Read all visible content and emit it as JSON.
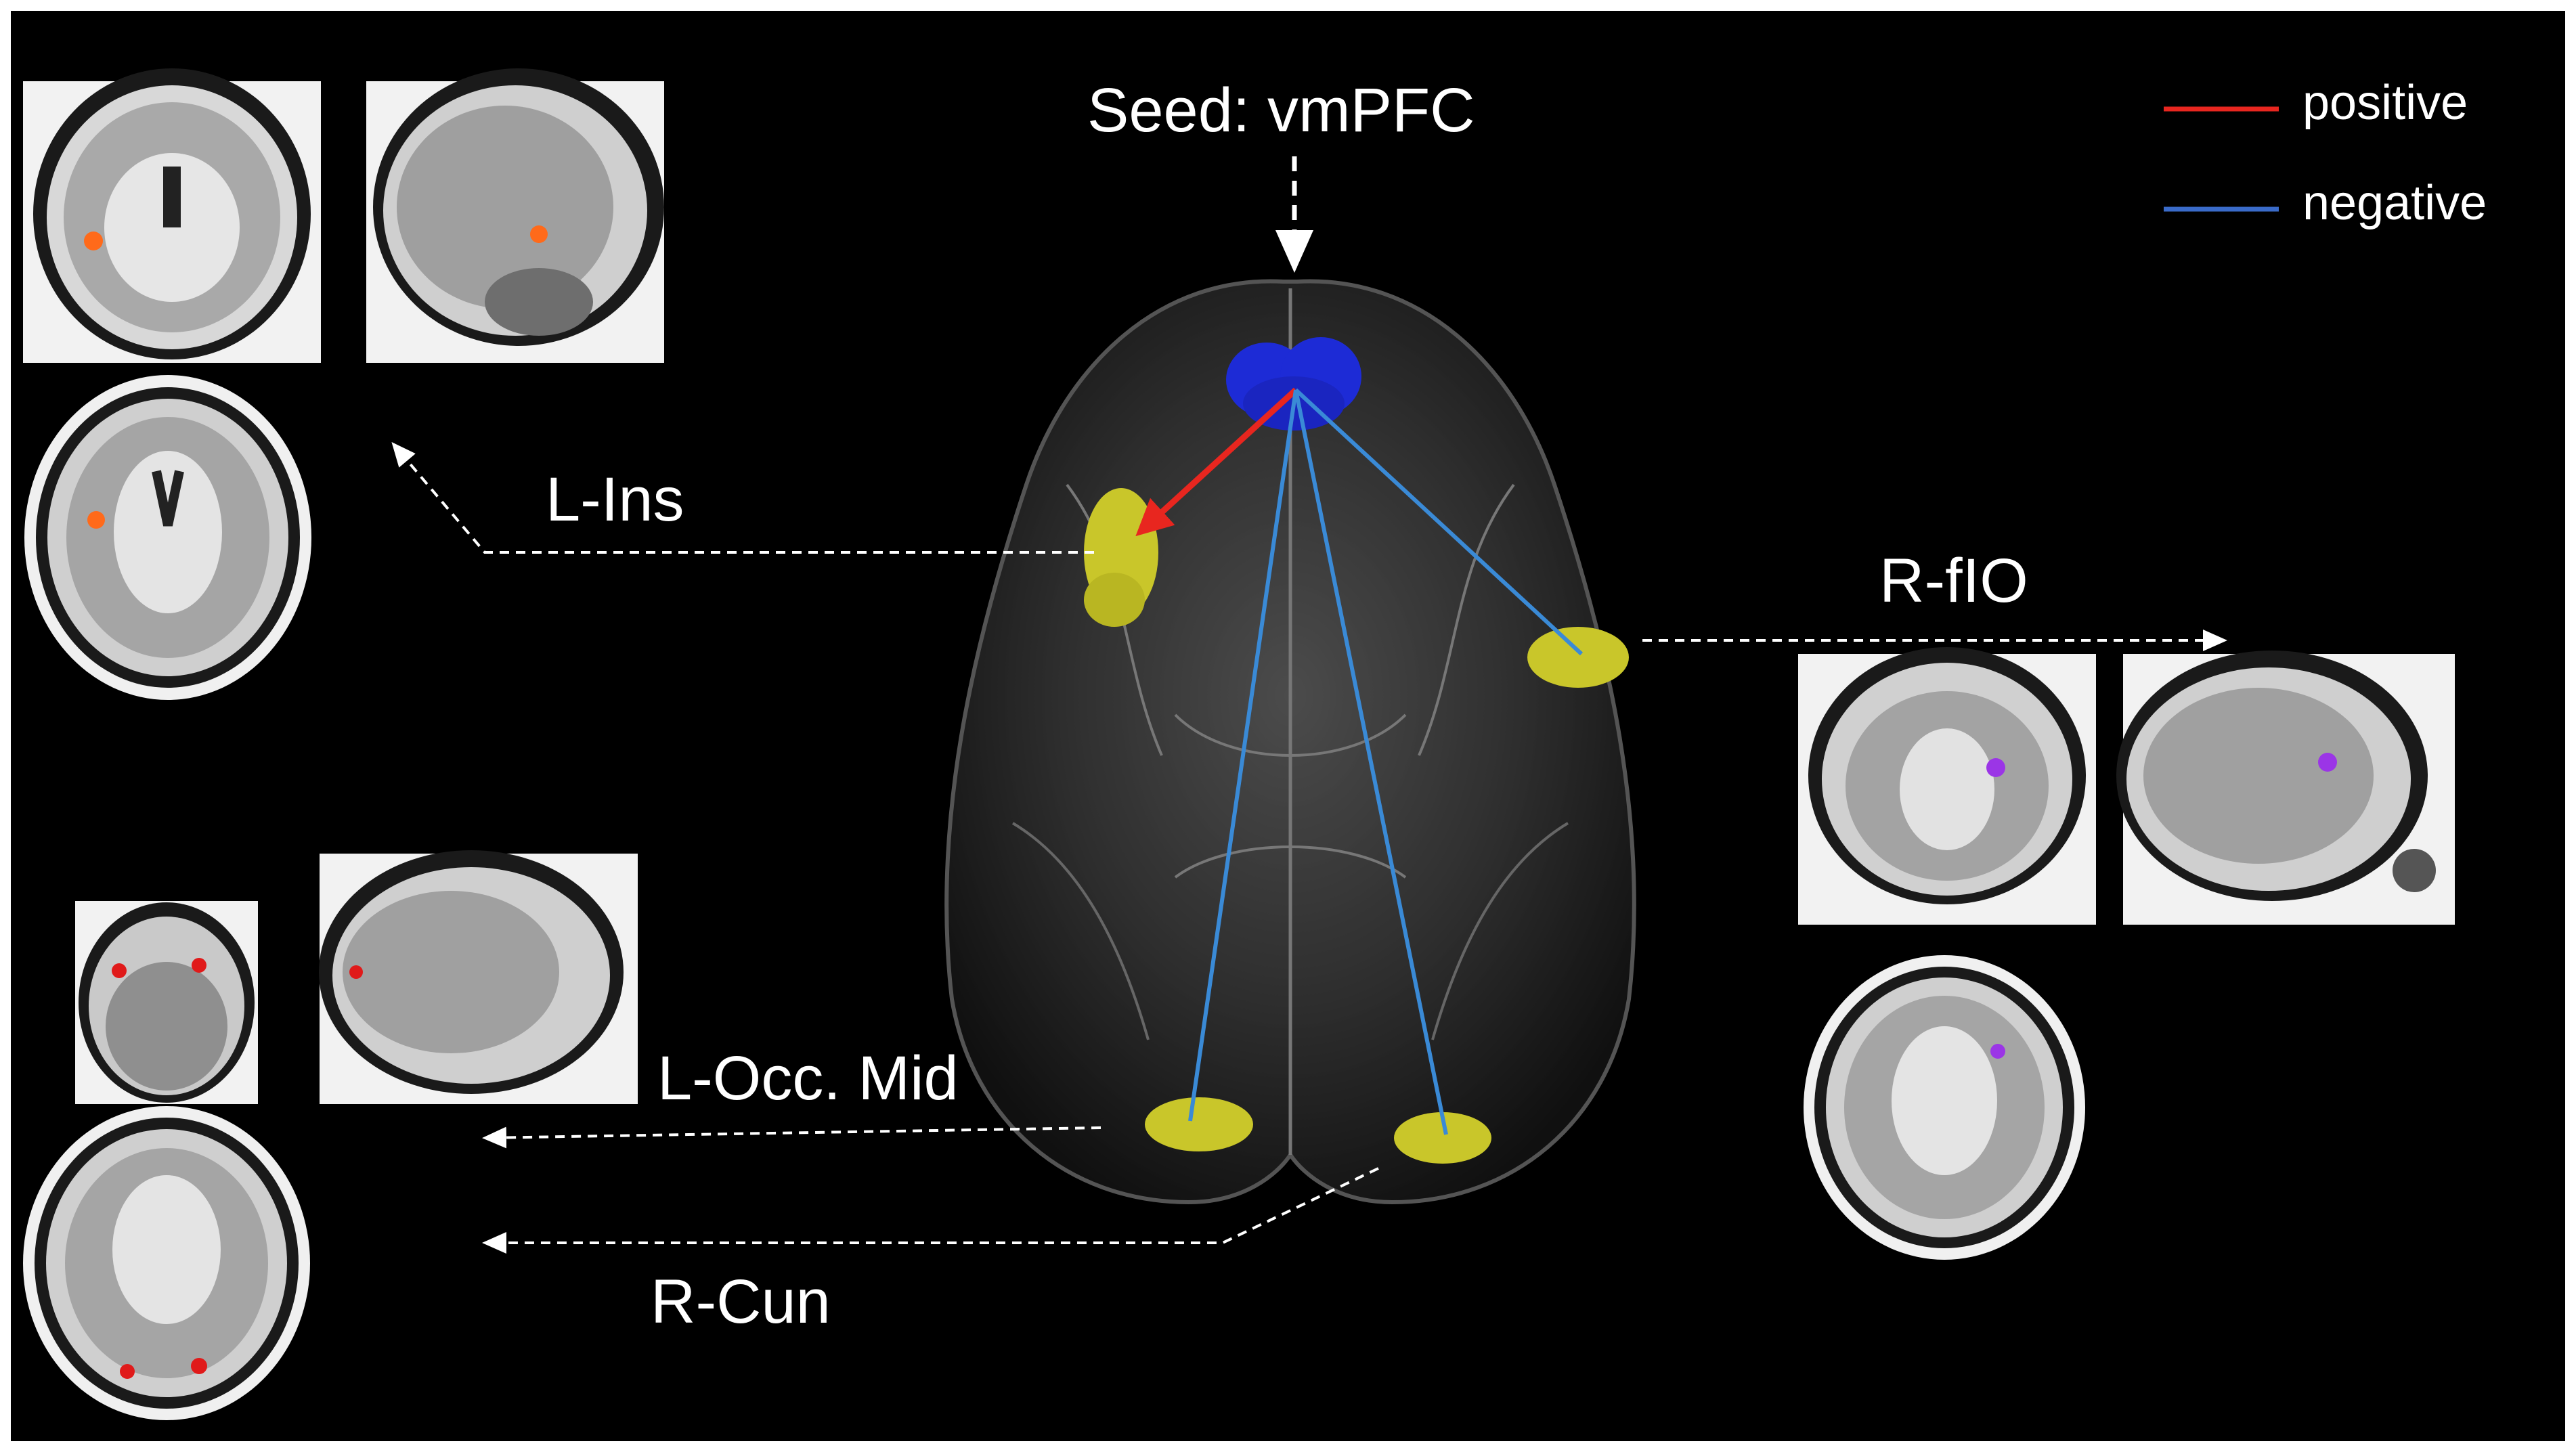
{
  "seed_label": "Seed: vmPFC",
  "legend": {
    "positive": {
      "label": "positive",
      "color": "#e8261f"
    },
    "negative": {
      "label": "negative",
      "color": "#3a6bc9"
    }
  },
  "regions": {
    "l_ins": "L-Ins",
    "r_fio": "R-fIO",
    "l_occ_mid": "L-Occ. Mid",
    "r_cun": "R-Cun"
  },
  "colors": {
    "background": "#000000",
    "seed_blob": "#1d2bd6",
    "cluster": "#c9c62a",
    "l_ins_activation": "#ff6a1a",
    "r_fio_activation": "#9b35e6",
    "occipital_activation": "#e01a1a"
  }
}
